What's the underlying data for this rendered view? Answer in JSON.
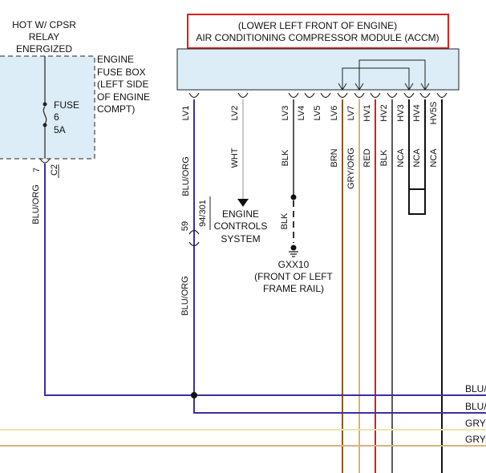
{
  "colors": {
    "blu_org": "#3a2fa8",
    "wht": "#c8c8c8",
    "blk": "#5a5a5a",
    "brn": "#8a5a1c",
    "gry_org": "#d9b27a",
    "red": "#d81f1f",
    "dark": "#2a2a2a",
    "gry": "#ece6a8",
    "box_fill": "#dcedf7",
    "title_border": "#d82020"
  },
  "header": {
    "relay_line1": "HOT W/ CPSR",
    "relay_line2": "RELAY",
    "relay_line3": "ENERGIZED",
    "title_line1": "(LOWER LEFT FRONT OF ENGINE)",
    "title_line2": "AIR CONDITIONING COMPRESSOR MODULE (ACCM)"
  },
  "fuse_box": {
    "label_lines": [
      "ENGINE",
      "FUSE BOX",
      "(LEFT SIDE",
      "OF ENGINE",
      "COMPT)"
    ],
    "fuse_label": "FUSE",
    "fuse_number": "6",
    "fuse_rating": "5A",
    "pin": "7",
    "connector": "C2"
  },
  "pins": [
    {
      "pin": "LV1",
      "wire": "BLU/ORG"
    },
    {
      "pin": "LV2",
      "wire": "WHT"
    },
    {
      "pin": "LV3",
      "wire": "BLK"
    },
    {
      "pin": "LV4",
      "wire": ""
    },
    {
      "pin": "LV5",
      "wire": ""
    },
    {
      "pin": "LV6",
      "wire": "BRN"
    },
    {
      "pin": "LV7",
      "wire": "GRY/ORG"
    },
    {
      "pin": "HV1",
      "wire": "RED"
    },
    {
      "pin": "HV2",
      "wire": "BLK"
    },
    {
      "pin": "HV3",
      "wire": "NCA"
    },
    {
      "pin": "HV4",
      "wire": "NCA"
    },
    {
      "pin": "HV5S",
      "wire": "NCA"
    }
  ],
  "left_wire": "BLU/ORG",
  "splice": {
    "pin": "59",
    "ref": "94/301"
  },
  "lv1_lower_wire": "BLU/ORG",
  "engine_controls": [
    "ENGINE",
    "CONTROLS",
    "SYSTEM"
  ],
  "ground": {
    "wire": "BLK",
    "name": "GXX10",
    "location_line1": "(FRONT OF LEFT",
    "location_line2": "FRAME RAIL)"
  },
  "right_labels": [
    "BLU/",
    "BLU/",
    "GRY",
    "GRY/"
  ]
}
